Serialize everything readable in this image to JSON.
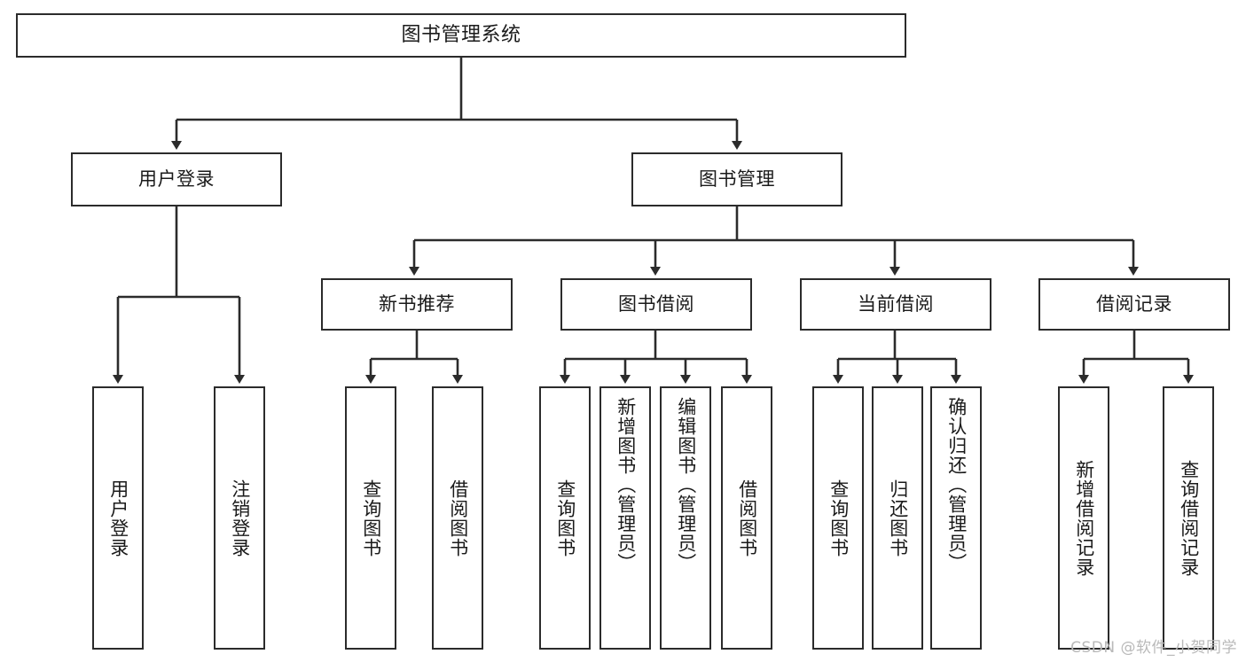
{
  "diagram": {
    "title": "图书管理系统",
    "type": "tree",
    "background_color": "#ffffff",
    "line_color": "#2b2b2b",
    "text_color": "#1a1a1a",
    "watermark": "CSDN @软件_小贺同学"
  },
  "nodes": {
    "root": {
      "label": "图书管理系统"
    },
    "level1": [
      {
        "label": "用户登录"
      },
      {
        "label": "图书管理"
      }
    ],
    "level2": [
      {
        "label": "新书推荐"
      },
      {
        "label": "图书借阅"
      },
      {
        "label": "当前借阅"
      },
      {
        "label": "借阅记录"
      }
    ],
    "leaves": {
      "user_login": [
        {
          "label": "用户登录"
        },
        {
          "label": "注销登录"
        }
      ],
      "new_book_recommend": [
        {
          "label": "查询图书"
        },
        {
          "label": "借阅图书"
        }
      ],
      "book_borrow": [
        {
          "label": "查询图书"
        },
        {
          "label": "新增图书（管理员）"
        },
        {
          "label": "编辑图书（管理员）"
        },
        {
          "label": "借阅图书"
        }
      ],
      "current_borrow": [
        {
          "label": "查询图书"
        },
        {
          "label": "归还图书"
        },
        {
          "label": "确认归还（管理员）"
        }
      ],
      "borrow_record": [
        {
          "label": "新增借阅记录"
        },
        {
          "label": "查询借阅记录"
        }
      ]
    }
  }
}
